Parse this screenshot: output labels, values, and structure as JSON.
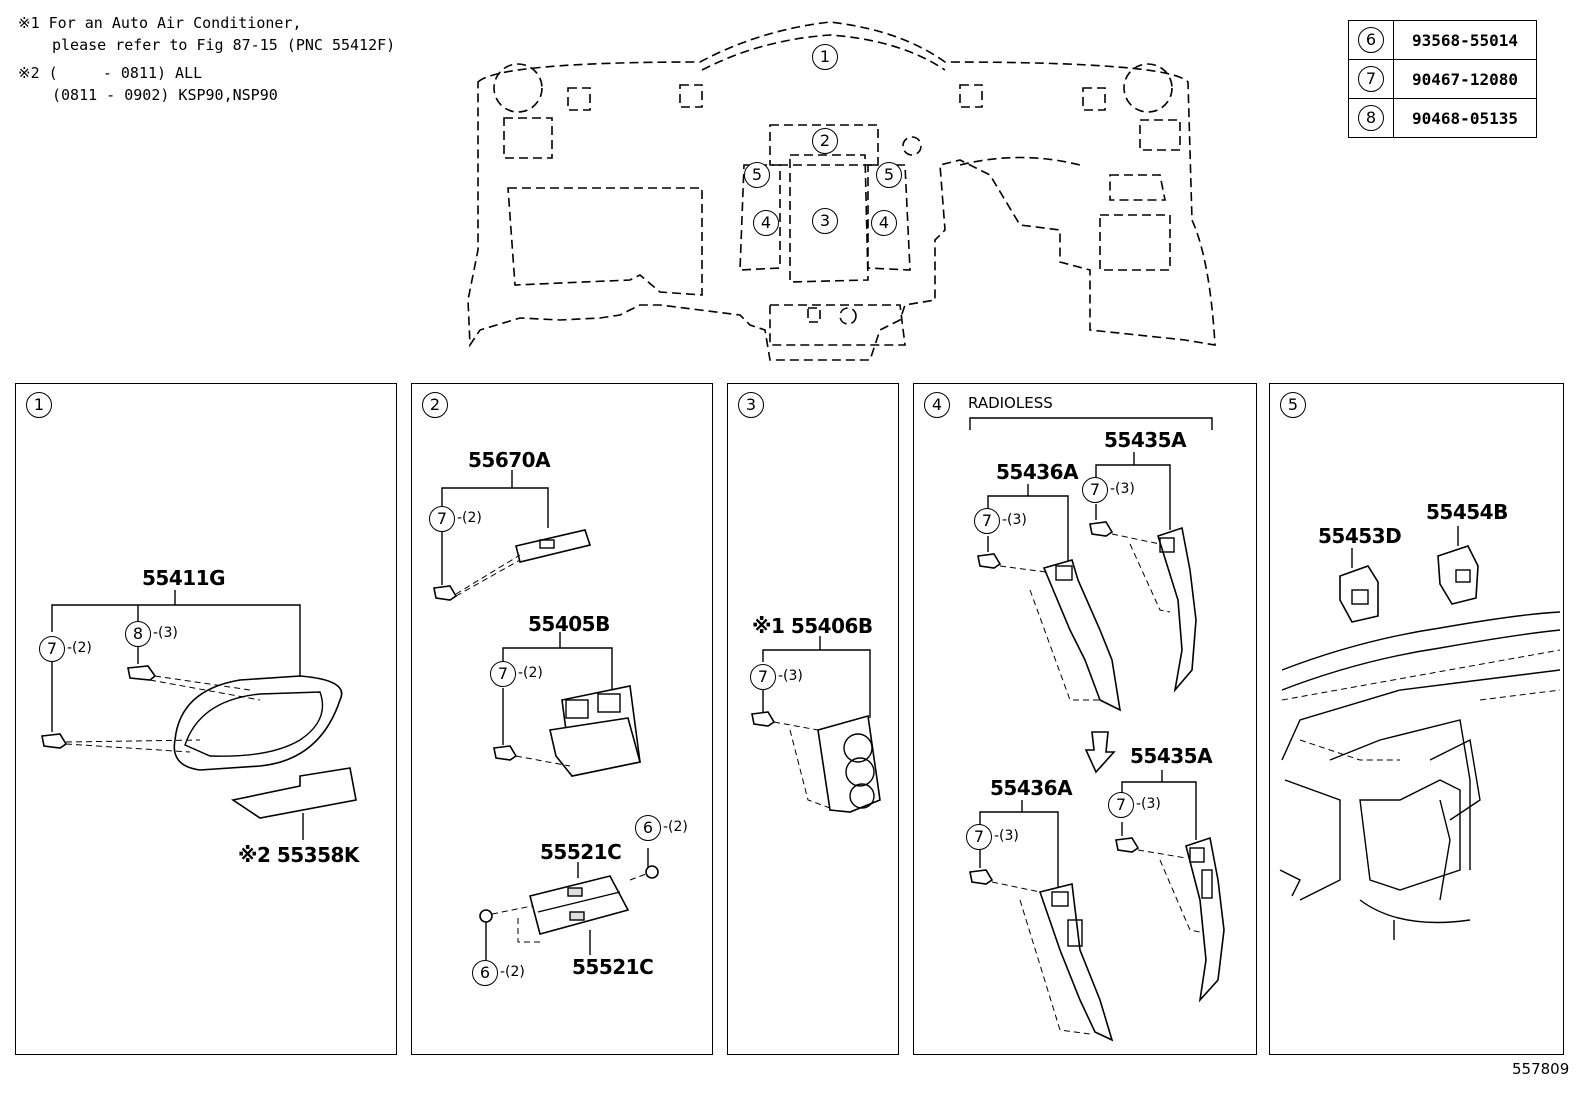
{
  "notes": {
    "n1_line1": "※1 For an Auto Air Conditioner,",
    "n1_line2": "please refer to Fig 87-15 (PNC 55412F)",
    "n2_line1": "※2 (     - 0811) ALL",
    "n2_line2": "(0811 - 0902) KSP90,NSP90"
  },
  "legend": [
    {
      "num": "6",
      "part": "93568-55014"
    },
    {
      "num": "7",
      "part": "90467-12080"
    },
    {
      "num": "8",
      "part": "90468-05135"
    }
  ],
  "overview_callouts": [
    "1",
    "2",
    "3",
    "4",
    "5",
    "5",
    "4"
  ],
  "panels": [
    {
      "num": "1"
    },
    {
      "num": "2"
    },
    {
      "num": "3"
    },
    {
      "num": "4",
      "note": "RADIOLESS"
    },
    {
      "num": "5"
    }
  ],
  "p1": {
    "main": "55411G",
    "c7": "7",
    "q7": "-(2)",
    "c8": "8",
    "q8": "-(3)",
    "pad": "※2 55358K"
  },
  "p2": {
    "a": "55670A",
    "a_c": "7",
    "a_q": "-(2)",
    "b": "55405B",
    "b_c": "7",
    "b_q": "-(2)",
    "c": "55521C",
    "c2": "55521C",
    "c_c6a": "6",
    "c_q6a": "-(2)",
    "c_c6b": "6",
    "c_q6b": "-(2)"
  },
  "p3": {
    "main": "※1 55406B",
    "c": "7",
    "q": "-(3)"
  },
  "p4": {
    "top_left": "55436A",
    "top_right": "55435A",
    "bot_left": "55436A",
    "bot_right": "55435A",
    "c": "7",
    "q": "-(3)"
  },
  "p5": {
    "left": "55453D",
    "right": "55454B"
  },
  "figure_id": "557809"
}
